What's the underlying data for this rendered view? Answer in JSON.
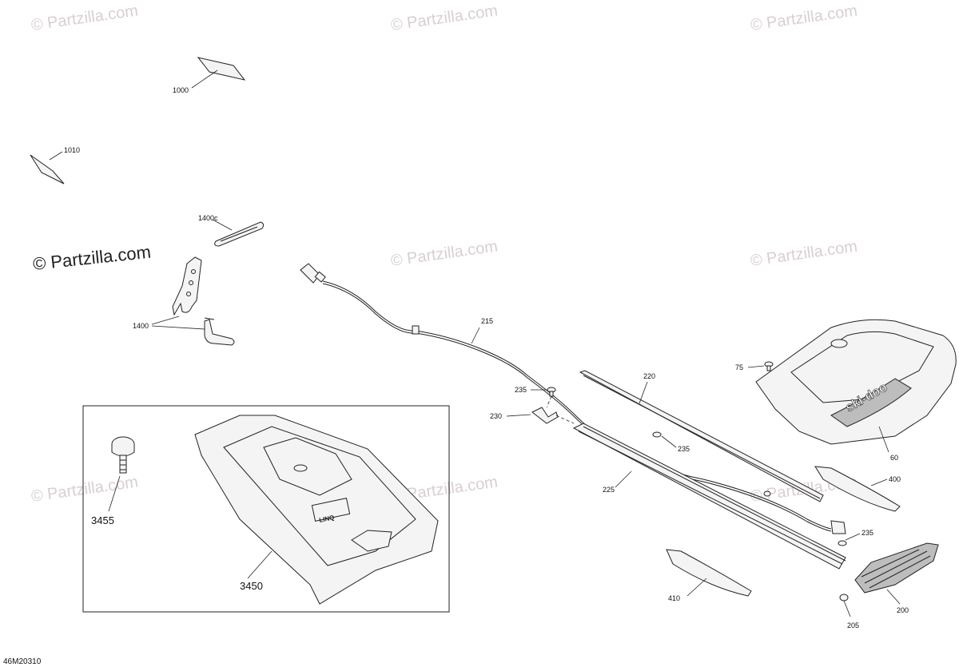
{
  "watermarks": {
    "top_left": "© Partzilla.com",
    "top_center": "© Partzilla.com",
    "top_right": "© Partzilla.com",
    "main": "© Partzilla.com",
    "mid_center": "© Partzilla.com",
    "mid_right": "© Partzilla.com",
    "low_left": "© Partzilla.com",
    "low_center": "© Partzilla.com",
    "low_right": "© Partzilla.com"
  },
  "callouts": {
    "p1000": "1000",
    "p1010": "1010",
    "p1400c": "1400c",
    "p1400": "1400",
    "p215": "215",
    "p220": "220",
    "p75": "75",
    "p235a": "235",
    "p230": "230",
    "p235b": "235",
    "p60": "60",
    "p400": "400",
    "p225": "225",
    "p235c": "235",
    "p410": "410",
    "p200": "200",
    "p205": "205",
    "p3455": "3455",
    "p3450": "3450"
  },
  "brand_text": "ski-doo",
  "panel_text": "LINQ",
  "diagram_code": "46M20310"
}
